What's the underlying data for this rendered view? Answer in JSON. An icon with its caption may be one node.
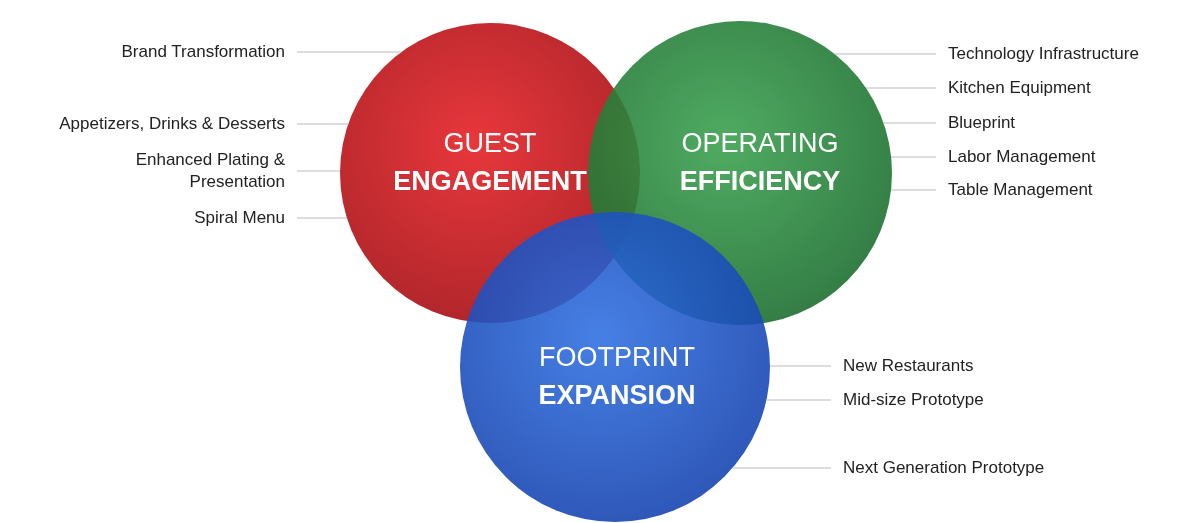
{
  "diagram": {
    "nodes": [
      {
        "text": [
          "GUEST **ENGAGEMENT**"
        ]
      },
      {
        "text": [
          "OPERATING **EFFICIENCY**"
        ]
      },
      {
        "text": [
          "FOOTPRINT **EXPANSION**"
        ]
      },
      {
        "text": [
          "Brand Transformation"
        ]
      },
      {
        "text": [
          "Appetizers, Drinks & Desserts"
        ]
      },
      {
        "text": [
          "Enhanced Plating & Presentation"
        ]
      },
      {
        "text": [
          "Spiral Menu"
        ]
      },
      {
        "text": [
          "Technology Infrastructure"
        ]
      },
      {
        "text": [
          "Kitchen Equipment"
        ]
      },
      {
        "text": [
          "Blueprint"
        ]
      },
      {
        "text": [
          "Labor Management"
        ]
      },
      {
        "text": [
          "Table Management"
        ]
      },
      {
        "text": [
          "New Restaurants"
        ]
      },
      {
        "text": [
          "Mid-size Prototype"
        ]
      },
      {
        "text": [
          "Next Generation Prototype"
        ]
      }
    ],
    "edges": [
      {
        "from": 3,
        "to": 0,
        "arrow": "none"
      },
      {
        "from": 4,
        "to": 0,
        "arrow": "none"
      },
      {
        "from": 5,
        "to": 0,
        "arrow": "none"
      },
      {
        "from": 6,
        "to": 0,
        "arrow": "none"
      },
      {
        "from": 7,
        "to": 1,
        "arrow": "none"
      },
      {
        "from": 8,
        "to": 1,
        "arrow": "none"
      },
      {
        "from": 9,
        "to": 1,
        "arrow": "none"
      },
      {
        "from": 10,
        "to": 1,
        "arrow": "none"
      },
      {
        "from": 11,
        "to": 1,
        "arrow": "none"
      },
      {
        "from": 12,
        "to": 2,
        "arrow": "none"
      },
      {
        "from": 13,
        "to": 2,
        "arrow": "none"
      },
      {
        "from": 14,
        "to": 2,
        "arrow": "none"
      }
    ]
  }
}
